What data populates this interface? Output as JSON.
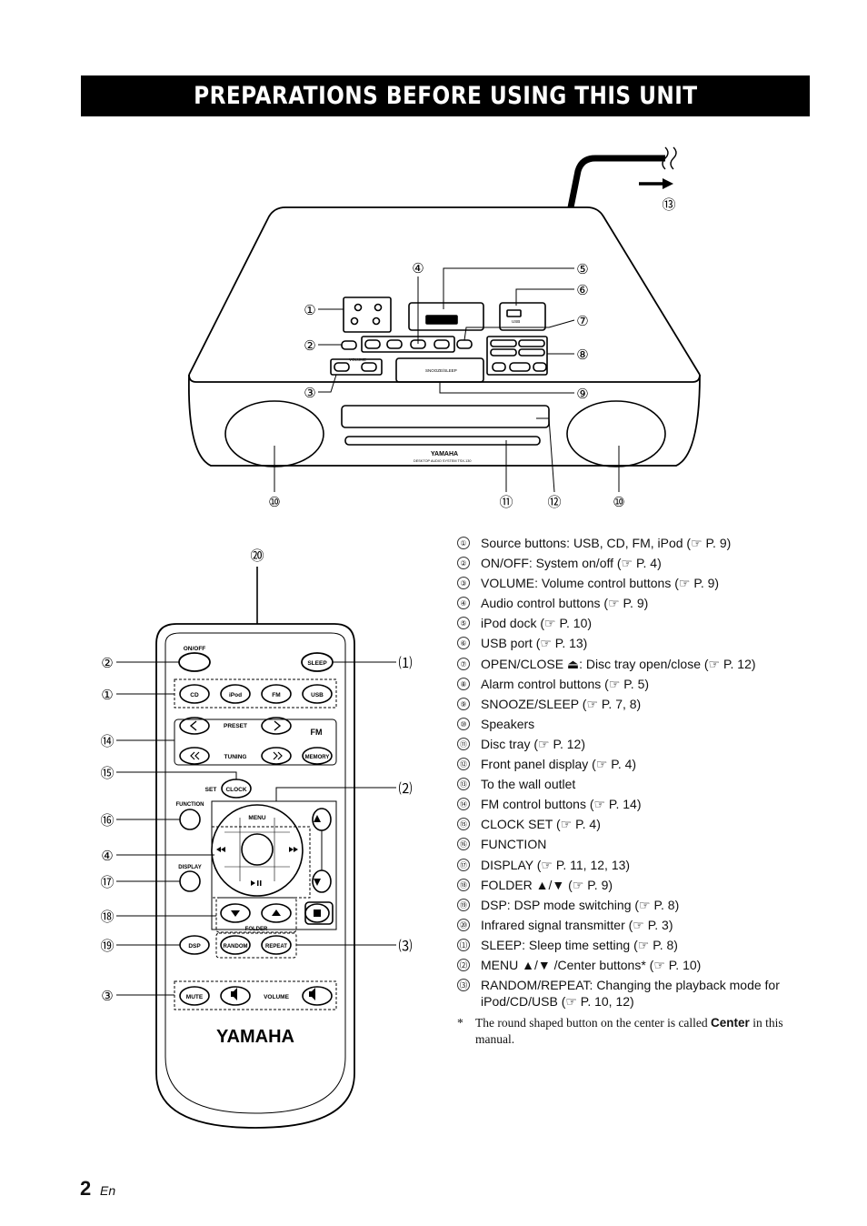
{
  "title": "PREPARATIONS BEFORE USING THIS UNIT",
  "unit_callouts": [
    "①",
    "②",
    "③",
    "④",
    "⑤",
    "⑥",
    "⑦",
    "⑧",
    "⑨",
    "⑩",
    "⑪",
    "⑫",
    "⑩",
    "⑬"
  ],
  "remote_callouts": [
    "⑳",
    "②",
    "①",
    "⑭",
    "⑮",
    "⑯",
    "④",
    "⑰",
    "⑱",
    "⑲",
    "③",
    "⑴",
    "⑵",
    "⑶"
  ],
  "unit_labels": {
    "usb": "USB",
    "snooze_sleep": "SNOOZE/SLEEP",
    "volume": "VOLUME",
    "brand": "YAMAHA",
    "model": "DESKTOP AUDIO SYSTEM TSX-130"
  },
  "remote_labels": {
    "on_off": "ON/OFF",
    "sleep": "SLEEP",
    "cd": "CD",
    "ipod": "iPod",
    "fm": "FM",
    "usb": "USB",
    "preset": "PRESET",
    "fm_mode": "FM",
    "tuning": "TUNING",
    "memory": "MEMORY",
    "set": "SET",
    "clock": "CLOCK",
    "function": "FUNCTION",
    "menu": "MENU",
    "display": "DISPLAY",
    "folder": "FOLDER",
    "dsp": "DSP",
    "random": "RANDOM",
    "repeat": "REPEAT",
    "mute": "MUTE",
    "volume": "VOLUME",
    "brand": "YAMAHA"
  },
  "legend": [
    {
      "num": "①",
      "text": "Source buttons: USB, CD, FM, iPod (☞ P. 9)"
    },
    {
      "num": "②",
      "text": "ON/OFF: System on/off (☞ P. 4)"
    },
    {
      "num": "③",
      "text": "VOLUME: Volume control buttons (☞ P. 9)"
    },
    {
      "num": "④",
      "text": "Audio control buttons (☞ P. 9)"
    },
    {
      "num": "⑤",
      "text": "iPod dock (☞ P. 10)"
    },
    {
      "num": "⑥",
      "text": "USB port (☞ P. 13)"
    },
    {
      "num": "⑦",
      "text": "OPEN/CLOSE ⏏: Disc tray open/close (☞ P. 12)"
    },
    {
      "num": "⑧",
      "text": "Alarm control buttons (☞ P. 5)"
    },
    {
      "num": "⑨",
      "text": "SNOOZE/SLEEP (☞ P. 7, 8)"
    },
    {
      "num": "⑩",
      "text": "Speakers"
    },
    {
      "num": "⑪",
      "text": "Disc tray (☞ P. 12)"
    },
    {
      "num": "⑫",
      "text": "Front panel display (☞ P. 4)"
    },
    {
      "num": "⑬",
      "text": "To the wall outlet"
    },
    {
      "num": "⑭",
      "text": "FM control buttons (☞ P. 14)"
    },
    {
      "num": "⑮",
      "text": "CLOCK SET (☞ P. 4)"
    },
    {
      "num": "⑯",
      "text": "FUNCTION"
    },
    {
      "num": "⑰",
      "text": "DISPLAY (☞ P. 11, 12, 13)"
    },
    {
      "num": "⑱",
      "text": "FOLDER ▲/▼ (☞ P. 9)"
    },
    {
      "num": "⑲",
      "text": "DSP: DSP mode switching (☞ P. 8)"
    },
    {
      "num": "⑳",
      "text": "Infrared signal transmitter (☞ P. 3)"
    },
    {
      "num": "⑴",
      "text": "SLEEP: Sleep time setting (☞ P. 8)"
    },
    {
      "num": "⑵",
      "text": "MENU ▲/▼ /Center buttons* (☞ P. 10)"
    },
    {
      "num": "⑶",
      "text": "RANDOM/REPEAT: Changing the playback mode for iPod/CD/USB (☞ P. 10, 12)"
    }
  ],
  "footnote": {
    "star": "*",
    "pre": "The round shaped button on the center is called ",
    "bold": "Center",
    "post": " in this manual."
  },
  "page_number": "2",
  "page_lang": "En"
}
